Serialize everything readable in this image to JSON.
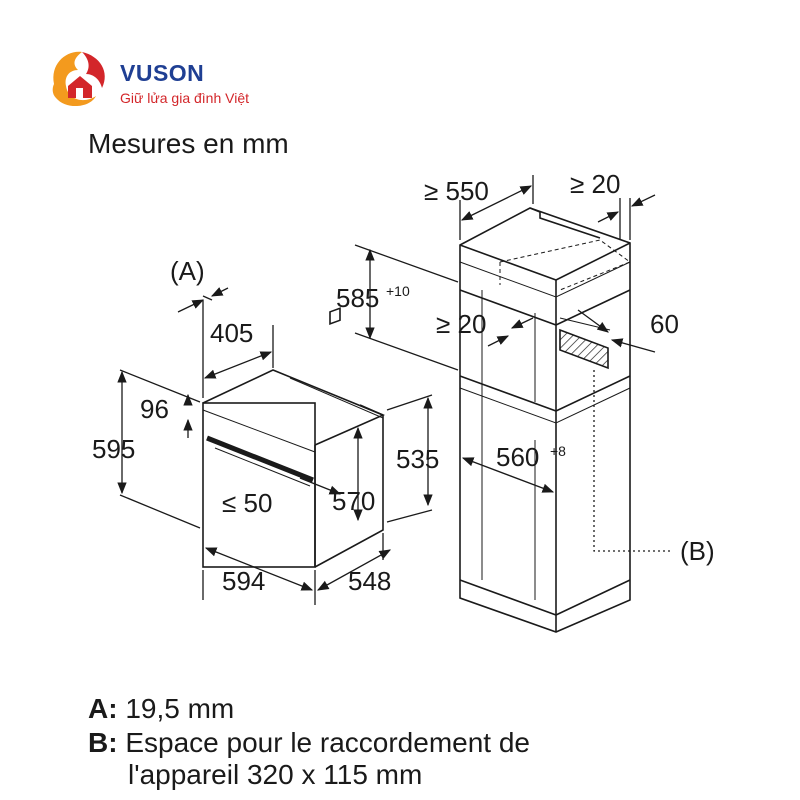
{
  "brand": {
    "name": "VUSON",
    "tagline": "Giữ lửa gia đình Việt",
    "colors": {
      "primary": "#1f3f93",
      "accent": "#d3262a",
      "logo_orange": "#f39a1e"
    }
  },
  "units_caption": "Mesures en mm",
  "oven": {
    "marker_a": "(A)",
    "dim_405": "405",
    "dim_96": "96",
    "dim_595": "595",
    "dim_le50": "≤ 50",
    "dim_570": "570",
    "dim_535": "535",
    "dim_594": "594",
    "dim_548": "548"
  },
  "cabinet": {
    "dim_ge550": "≥ 550",
    "dim_ge20_top": "≥ 20",
    "dim_585": "585",
    "dim_585_tol": "+10",
    "dim_ge20_mid": "≥ 20",
    "dim_60": "60",
    "dim_560": "560",
    "dim_560_tol": "+8",
    "marker_b": "(B)"
  },
  "legend": {
    "a_key": "A:",
    "a_text": "19,5 mm",
    "b_key": "B:",
    "b_text_line1": "Espace pour le raccordement de",
    "b_text_line2": "l'appareil 320 x 115 mm"
  },
  "icons": [
    "home-flame-logo-icon",
    "arrow-icon"
  ]
}
